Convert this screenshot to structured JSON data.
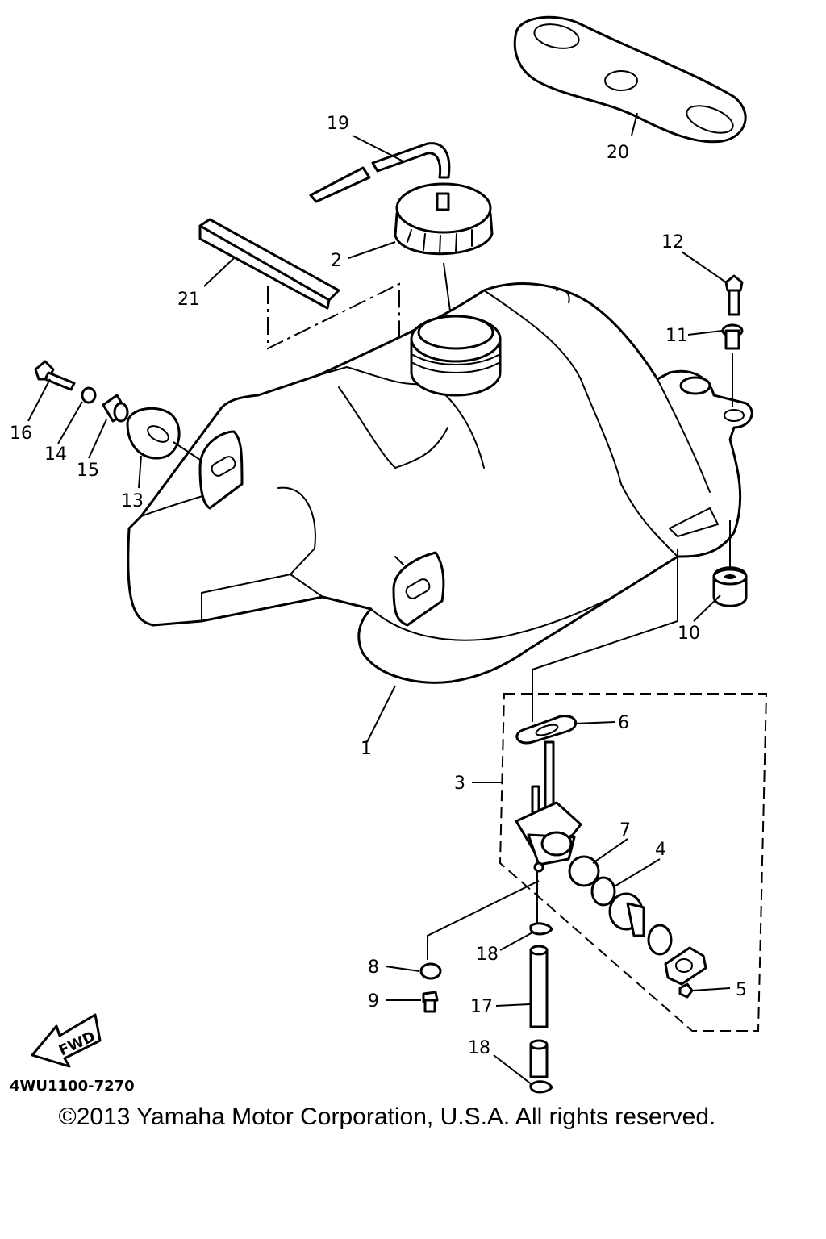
{
  "diagram": {
    "callouts": [
      "1",
      "2",
      "3",
      "4",
      "5",
      "6",
      "7",
      "8",
      "9",
      "10",
      "11",
      "12",
      "13",
      "14",
      "15",
      "16",
      "17",
      "18",
      "18",
      "19",
      "20",
      "21"
    ],
    "fwd_label": "FWD",
    "diagram_code": "4WU1100-7270"
  },
  "copyright": "©2013 Yamaha Motor Corporation, U.S.A. All rights reserved."
}
